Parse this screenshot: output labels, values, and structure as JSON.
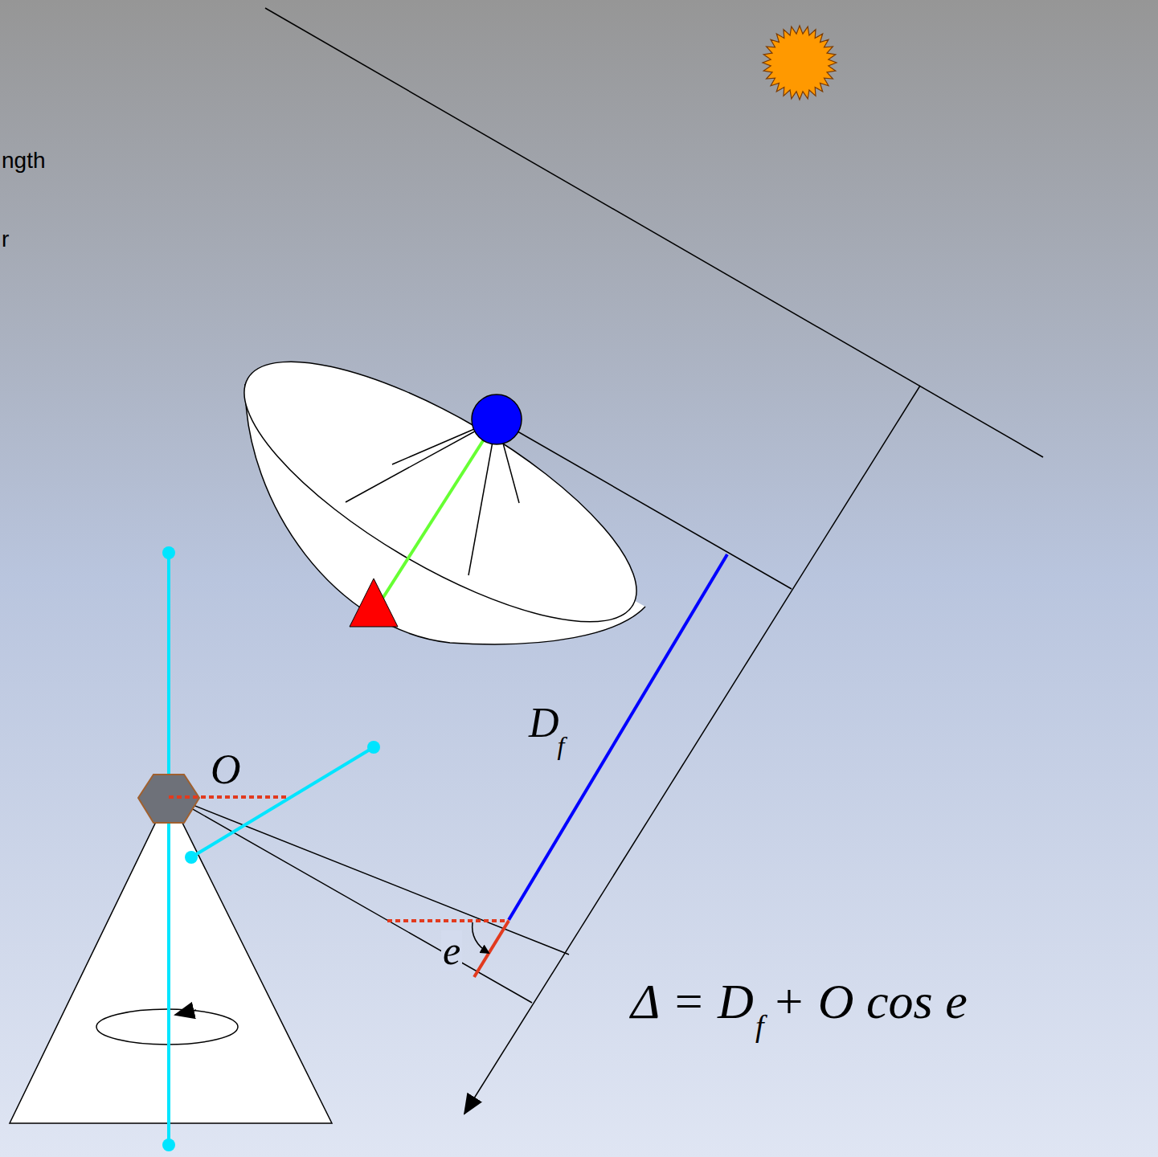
{
  "diagram": {
    "labels": [
      "ngth",
      "r",
      "D",
      "f",
      "O",
      "e",
      "Δ = D",
      "f",
      "+ O cos e"
    ]
  }
}
